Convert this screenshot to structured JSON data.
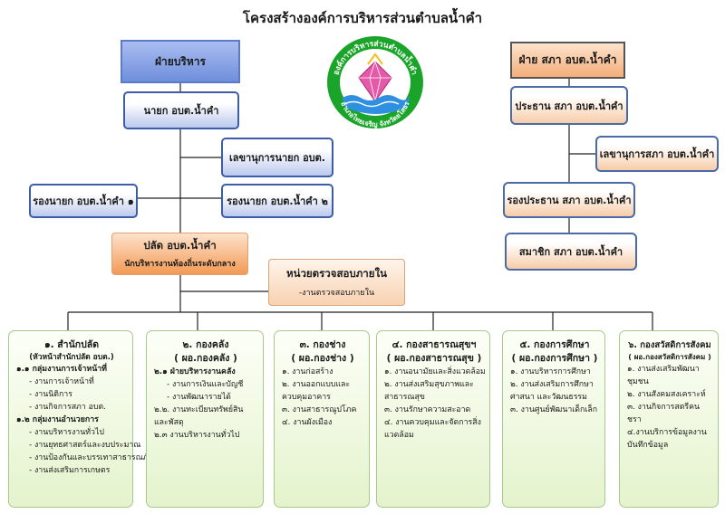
{
  "title": "โครงสร้างองค์การบริหารส่วนตำบลน้ำคำ",
  "logo": {
    "top_text": "องค์การบริหารส่วนตำบลน้ำคำ",
    "bottom_text": "อำเภอไทยเจริญ จังหวัดยโสธร"
  },
  "admin": {
    "head": "ฝ่ายบริหาร",
    "mayor": "นายก อบต.น้ำคำ",
    "secretary": "เลขานุการนายก อบต.",
    "deputy1": "รองนายก อบต.น้ำคำ ๑",
    "deputy2": "รองนายก อบต.น้ำคำ ๒",
    "palat_title": "ปลัด อบต.น้ำคำ",
    "palat_sub": "นักบริหารงานท้องถิ่นระดับกลาง",
    "audit_title": "หน่วยตรวจสอบภายใน",
    "audit_sub": "-งานตรวจสอบภายใน"
  },
  "council": {
    "head": "ฝ่าย สภา อบต.น้ำคำ",
    "president": "ประธาน สภา อบต.น้ำคำ",
    "secretary": "เลขานุการสภา อบต.น้ำคำ",
    "vice": "รองประธาน สภา อบต.น้ำคำ",
    "member": "สมาชิก สภา อบต.น้ำคำ"
  },
  "departments": [
    {
      "title": "๑. สำนักปลัด",
      "subtitle": "(หัวหน้าสำนักปลัด อบต.)",
      "items": [
        {
          "text": "๑.๑ กลุ่มงานการเจ้าหน้าที่",
          "cls": "b"
        },
        {
          "text": "- งานการเจ้าหน้าที่",
          "cls": "ind2"
        },
        {
          "text": "- งานนิติการ",
          "cls": "ind2"
        },
        {
          "text": "- งานกิจการสภา อบต.",
          "cls": "ind2"
        },
        {
          "text": "๑.๒ กลุ่มงานอำนวยการ",
          "cls": "b"
        },
        {
          "text": "- งานบริหารงานทั่วไป",
          "cls": "ind2"
        },
        {
          "text": "- งานยุทธศาสตร์และงบประมาณ",
          "cls": "ind2"
        },
        {
          "text": "- งานป้องกันและบรรเทาสาธารณภัย",
          "cls": "ind2"
        },
        {
          "text": "- งานส่งเสริมการเกษตร",
          "cls": "ind2"
        }
      ]
    },
    {
      "title": "๒. กองคลัง",
      "subtitle": "( ผอ.กองคลัง )",
      "items": [
        {
          "text": "๒.๑ ฝ่ายบริหารงานคลัง",
          "cls": "b"
        },
        {
          "text": "- งานการเงินและบัญชี",
          "cls": "ind2"
        },
        {
          "text": "- งานพัฒนารายได้",
          "cls": "ind2"
        },
        {
          "text": "๒.๒. งานทะเบียนทรัพย์สินและพัสดุ",
          "cls": "wrap"
        },
        {
          "text": "๒.๓ งานบริหารงานทั่วไป",
          "cls": ""
        }
      ]
    },
    {
      "title": "๓. กองช่าง",
      "subtitle": "( ผอ.กองช่าง )",
      "items": [
        {
          "text": "๑. งานก่อสร้าง",
          "cls": ""
        },
        {
          "text": "๒. งานออกแบบและควบคุมอาคาร",
          "cls": "wrap"
        },
        {
          "text": "๓. งานสาธารณูปโภค",
          "cls": ""
        },
        {
          "text": "๔. งานผังเมือง",
          "cls": ""
        }
      ]
    },
    {
      "title": "๔. กองสาธารณสุขฯ",
      "subtitle": "( ผอ.กองสาธารณสุข )",
      "items": [
        {
          "text": "๑. งานอนามัยและสิ่งแวดล้อม",
          "cls": ""
        },
        {
          "text": "๒. งานส่งเสริมสุขภาพและสาธารณสุข",
          "cls": "wrap"
        },
        {
          "text": "๓. งานรักษาความสะอาด",
          "cls": ""
        },
        {
          "text": "๔. งานควบคุมและจัดการสิ่งแวดล้อม",
          "cls": "wrap"
        }
      ]
    },
    {
      "title": "๕. กองการศึกษา",
      "subtitle": "( ผอ.กองการศึกษา )",
      "items": [
        {
          "text": "๑. งานบริหารการศึกษา",
          "cls": ""
        },
        {
          "text": "๒. งานส่งเสริมการศึกษา ศาสนา และวัฒนธรรม",
          "cls": "wrap"
        },
        {
          "text": "๓. งานศูนย์พัฒนาเด็กเล็ก",
          "cls": ""
        }
      ]
    },
    {
      "title": "๖. กองสวัสดิการสังคม",
      "subtitle": "( ผอ.กองสวัสดิการสังคม )",
      "items": [
        {
          "text": "๑. งานส่งเสริมพัฒนาชุมชน",
          "cls": "wrap"
        },
        {
          "text": "๒. งานสังคมสงเคราะห์",
          "cls": ""
        },
        {
          "text": "๓. งานกิจการสตรีคนชรา",
          "cls": "wrap"
        },
        {
          "text": "๔.งานบริการข้อมูลงานบันทึกข้อมูล",
          "cls": "wrap"
        }
      ]
    }
  ]
}
